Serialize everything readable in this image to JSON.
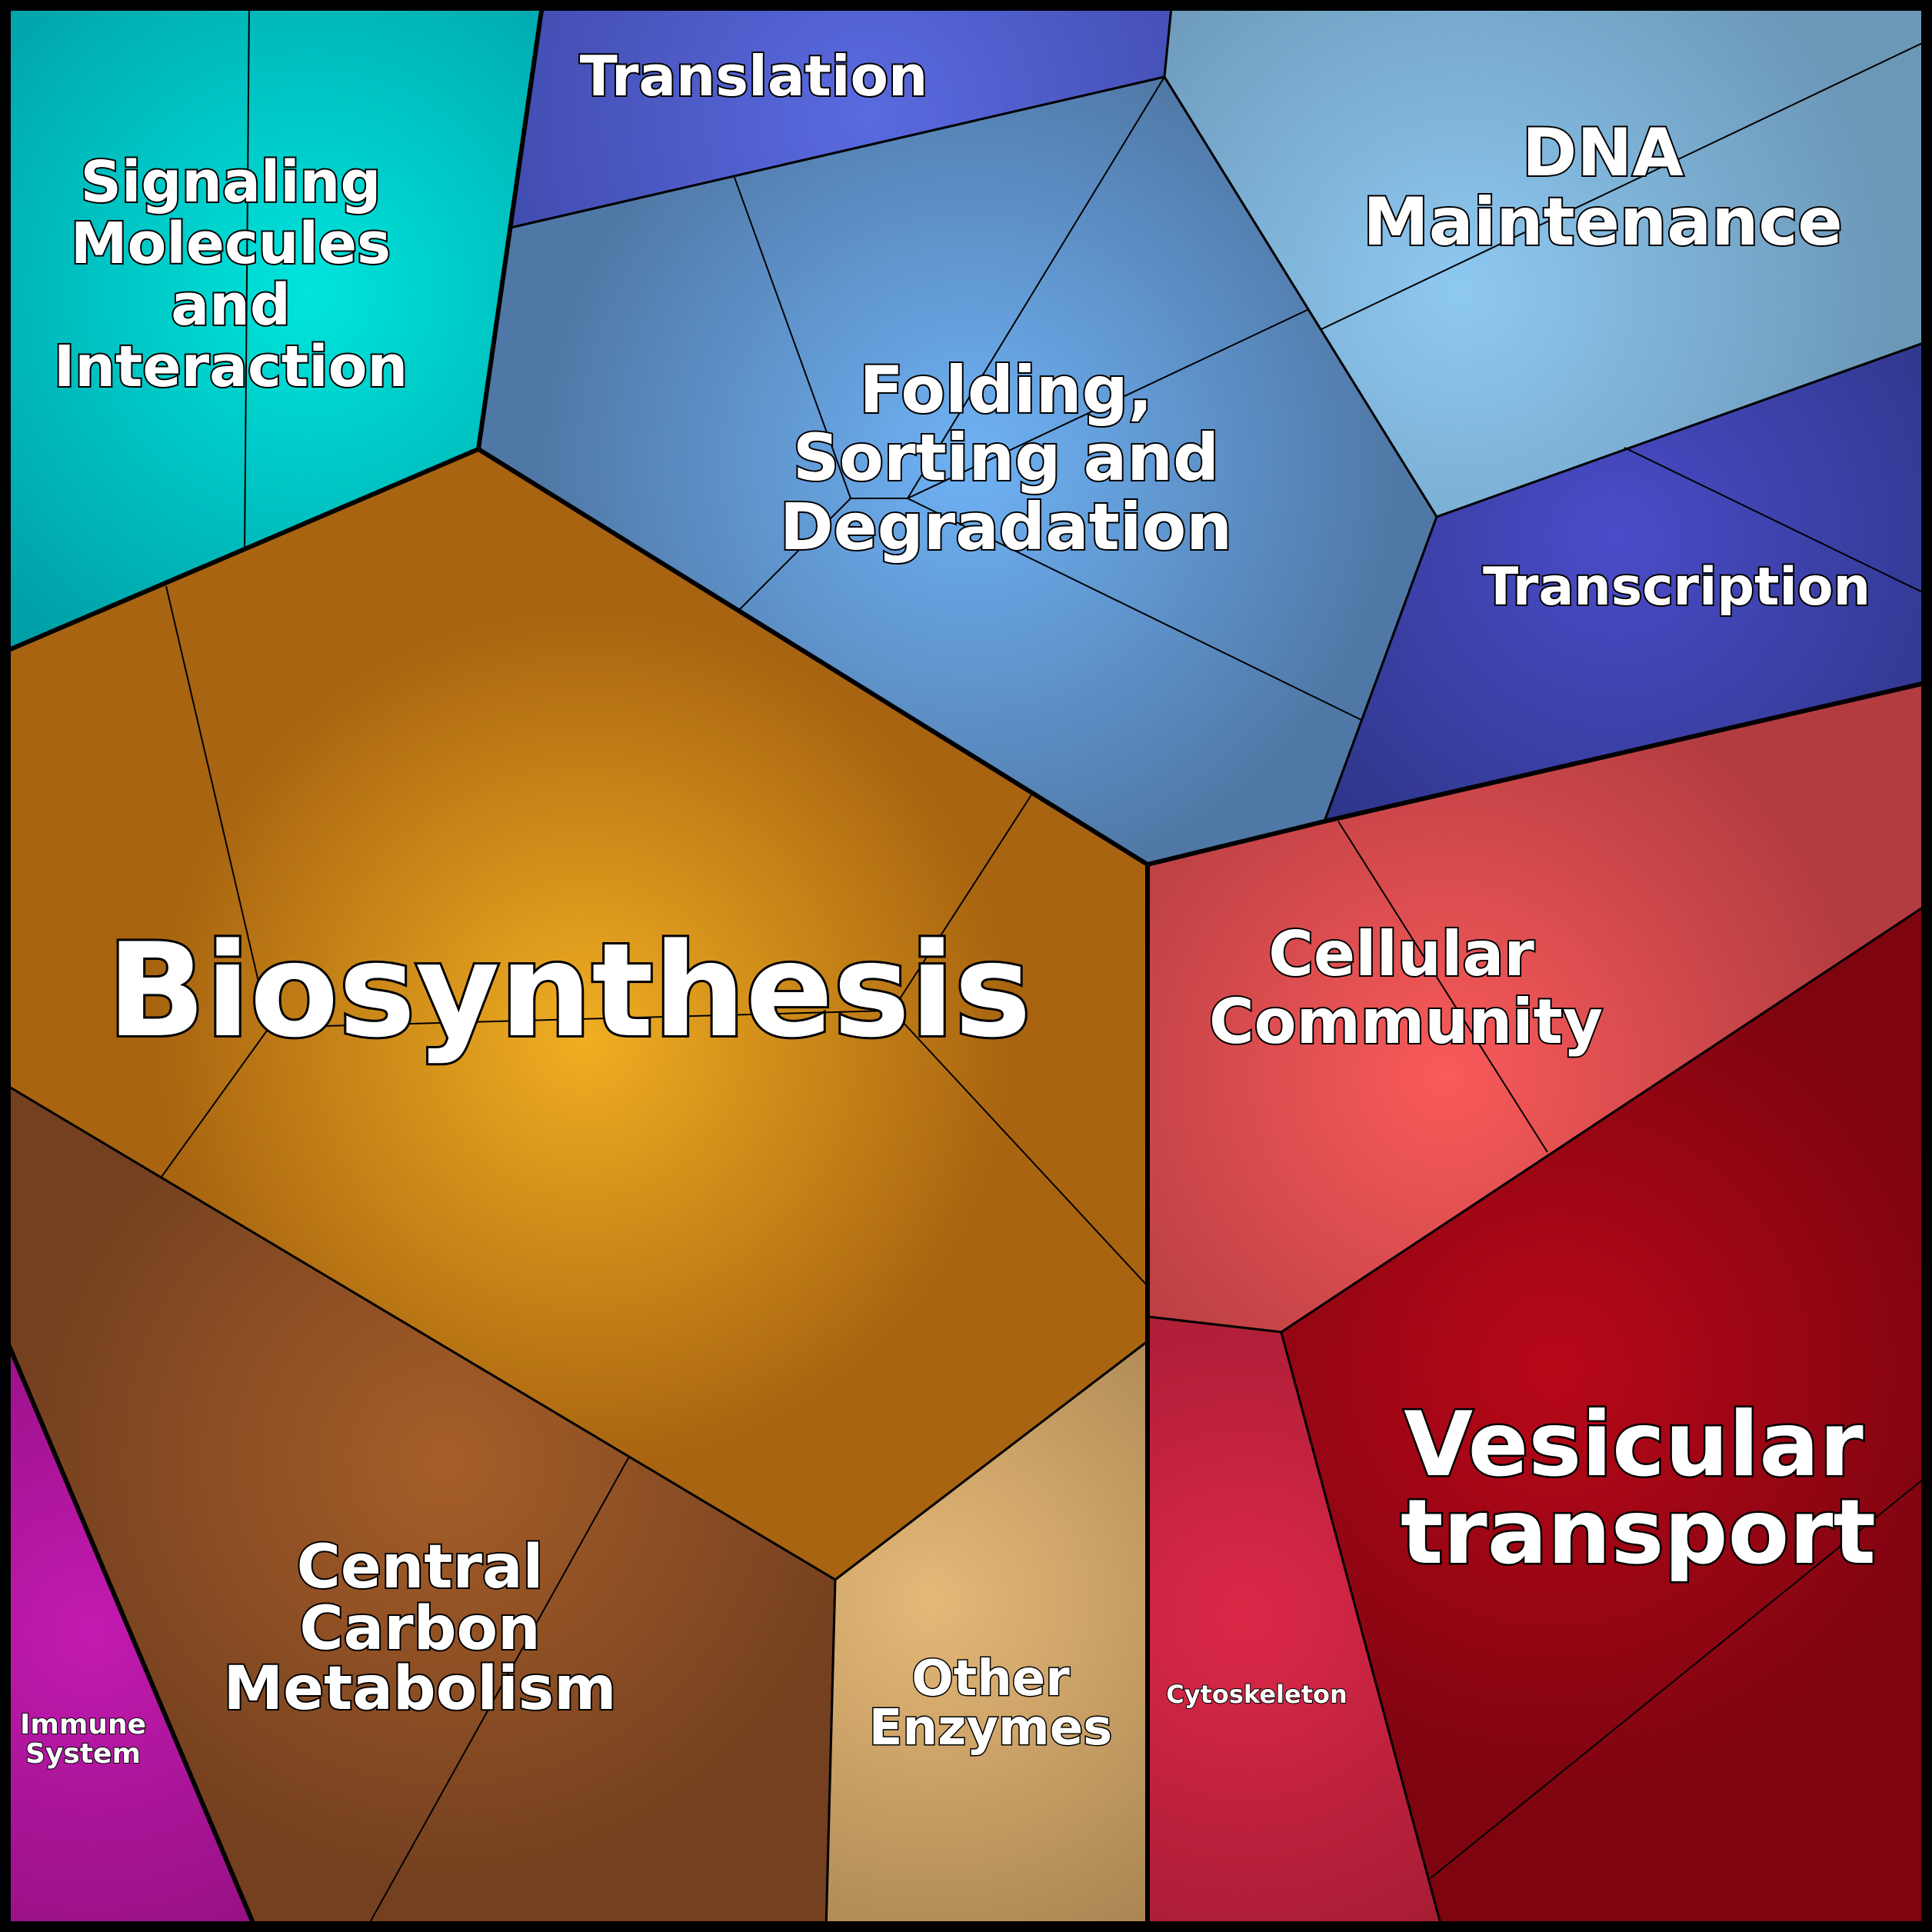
{
  "regions": [
    {
      "id": "signaling",
      "label_lines": [
        "Signaling",
        "Molecules",
        "and",
        "Interaction"
      ],
      "color_center": "#00e5dc",
      "color_edge": "#00a0a8"
    },
    {
      "id": "translation",
      "label_lines": [
        "Translation"
      ],
      "color_center": "#5a6ae0",
      "color_edge": "#3e48a8"
    },
    {
      "id": "dna-maintenance",
      "label_lines": [
        "DNA",
        "Maintenance"
      ],
      "color_center": "#8ec9f2",
      "color_edge": "#6c98b8"
    },
    {
      "id": "folding",
      "label_lines": [
        "Folding,",
        "Sorting and",
        "Degradation"
      ],
      "color_center": "#6fb2f5",
      "color_edge": "#5078a6"
    },
    {
      "id": "transcription",
      "label_lines": [
        "Transcription"
      ],
      "color_center": "#4a4cc8",
      "color_edge": "#2c3484"
    },
    {
      "id": "biosynthesis",
      "label_lines": [
        "Biosynthesis"
      ],
      "color_center": "#f0ae22",
      "color_edge": "#a86410"
    },
    {
      "id": "cellular-community",
      "label_lines": [
        "Cellular",
        "Community"
      ],
      "color_center": "#fa5a5a",
      "color_edge": "#b23c40"
    },
    {
      "id": "central-carbon",
      "label_lines": [
        "Central",
        "Carbon",
        "Metabolism"
      ],
      "color_center": "#a65e28",
      "color_edge": "#744020"
    },
    {
      "id": "immune",
      "label_lines": [
        "Immune",
        "System"
      ],
      "color_center": "#c21ab0",
      "color_edge": "#8a0e78"
    },
    {
      "id": "other-enzymes",
      "label_lines": [
        "Other",
        "Enzymes"
      ],
      "color_center": "#e6b878",
      "color_edge": "#a2804e"
    },
    {
      "id": "cytoskeleton",
      "label_lines": [
        "Cytoskeleton"
      ],
      "color_center": "#dc2848",
      "color_edge": "#9c1a30"
    },
    {
      "id": "vesicular",
      "label_lines": [
        "Vesicular",
        "transport"
      ],
      "color_center": "#b80818",
      "color_edge": "#7e0410"
    }
  ]
}
